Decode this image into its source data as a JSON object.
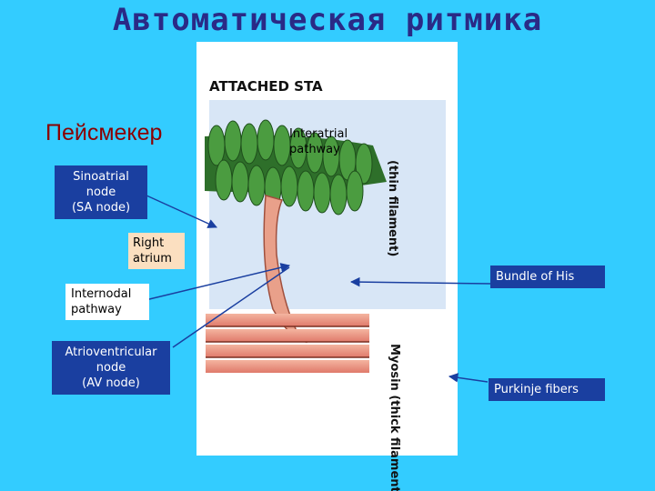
{
  "title": "Автоматическая ритмика",
  "pacemaker_label": "Пейсмекер",
  "figure_text": {
    "attached_state": "ATTACHED STA",
    "actin": "(thin filament)",
    "myosin": "Myosin (thick filament)"
  },
  "labels": {
    "interatrial": [
      "Interatrial",
      "pathway"
    ],
    "sa_node": [
      "Sinoatrial",
      "node",
      "(SA node)"
    ],
    "right_atrium": [
      "Right",
      "atrium"
    ],
    "internodal": [
      "Internodal",
      "pathway"
    ],
    "av_node": [
      "Atrioventricular",
      "node",
      "(AV node)"
    ],
    "bundle_his": "Bundle of His",
    "purkinje": "Purkinje fibers"
  },
  "colors": {
    "background": "#33ccff",
    "title": "#2a2a86",
    "pacemaker": "#8b0000",
    "label_blue": "#1a3fa0",
    "label_peach": "#fbdfc0",
    "arrow": "#1a3fa0"
  }
}
